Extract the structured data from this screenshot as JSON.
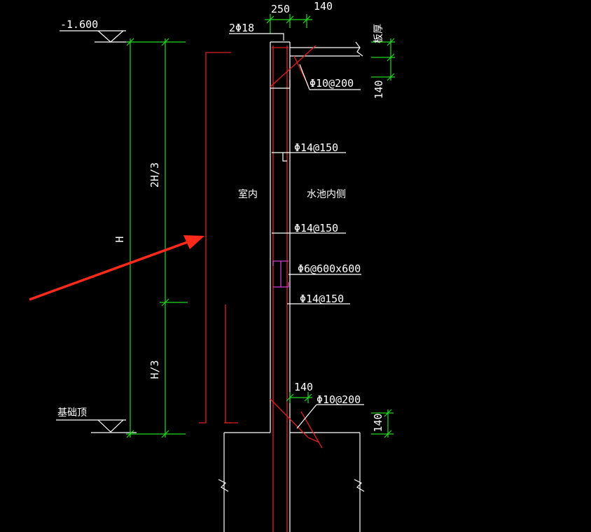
{
  "labels": {
    "top_elevation": "-1.600",
    "foundation_top": "基础顶",
    "dim_250": "250",
    "dim_140_top": "140",
    "dim_140_right_top": "140",
    "dim_140_mid": "140",
    "dim_140_right_bottom": "140",
    "bar_top": "2Φ18",
    "rebar_top_hook": "Φ10@200",
    "rebar_1": "Φ14@150",
    "rebar_2": "Φ14@150",
    "rebar_tie": "Φ6@600x600",
    "rebar_3": "Φ14@150",
    "rebar_bottom_hook": "Φ10@200",
    "slab_thickness": "板厚",
    "indoor": "室内",
    "pool_inside": "水池内侧",
    "dim_H": "H",
    "dim_2H3": "2H/3",
    "dim_H3": "H/3"
  },
  "colors": {
    "background": "#000000",
    "lines": "#ffffff",
    "dimensions": "#22d822",
    "rebar": "#e01f1f",
    "tie": "#d040d0",
    "arrow": "#ff2a1a"
  }
}
